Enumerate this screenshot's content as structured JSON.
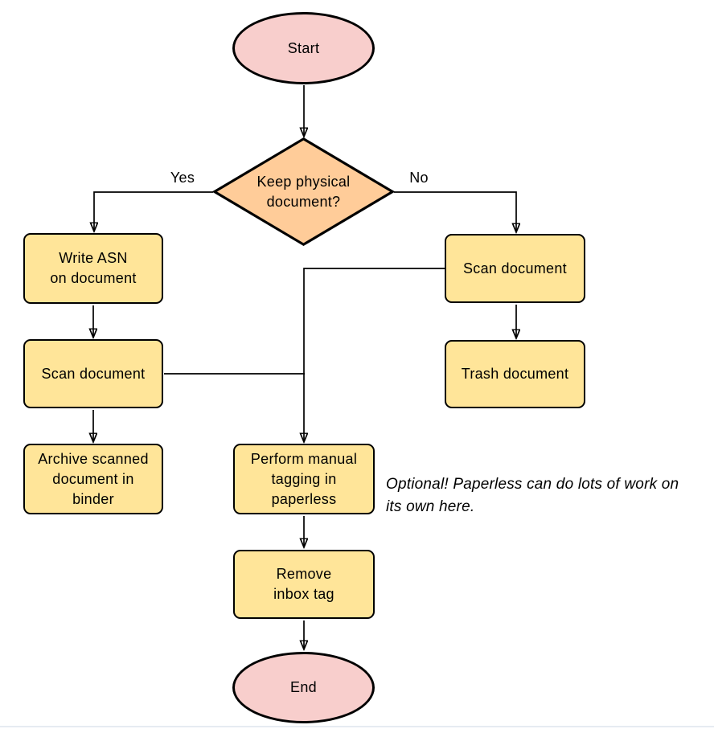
{
  "diagram": {
    "type": "flowchart",
    "nodes": {
      "start": {
        "label": "Start",
        "shape": "terminator"
      },
      "decision": {
        "label": "Keep physical\ndocument?",
        "shape": "decision"
      },
      "write_asn": {
        "label": "Write ASN\non document",
        "shape": "process"
      },
      "scan_left": {
        "label": "Scan document",
        "shape": "process"
      },
      "archive": {
        "label": "Archive scanned\ndocument in\nbinder",
        "shape": "process"
      },
      "scan_right": {
        "label": "Scan document",
        "shape": "process"
      },
      "trash": {
        "label": "Trash document",
        "shape": "process"
      },
      "tagging": {
        "label": "Perform manual\ntagging in\npaperless",
        "shape": "process"
      },
      "remove": {
        "label": "Remove\ninbox tag",
        "shape": "process"
      },
      "end": {
        "label": "End",
        "shape": "terminator"
      }
    },
    "edge_labels": {
      "yes": "Yes",
      "no": "No"
    },
    "edges": [
      "start -> decision",
      "decision -Yes-> write_asn",
      "decision -No-> scan_right",
      "write_asn -> scan_left",
      "scan_left -> archive",
      "scan_left -> tagging",
      "scan_right -> trash",
      "scan_right -> tagging",
      "tagging -> remove",
      "remove -> end"
    ],
    "annotation": "Optional! Paperless can do lots of work on\nits own here.",
    "colors": {
      "terminator_fill": "#f8cecc",
      "decision_fill": "#ffcc99",
      "process_fill": "#ffe599",
      "stroke": "#000000"
    }
  }
}
